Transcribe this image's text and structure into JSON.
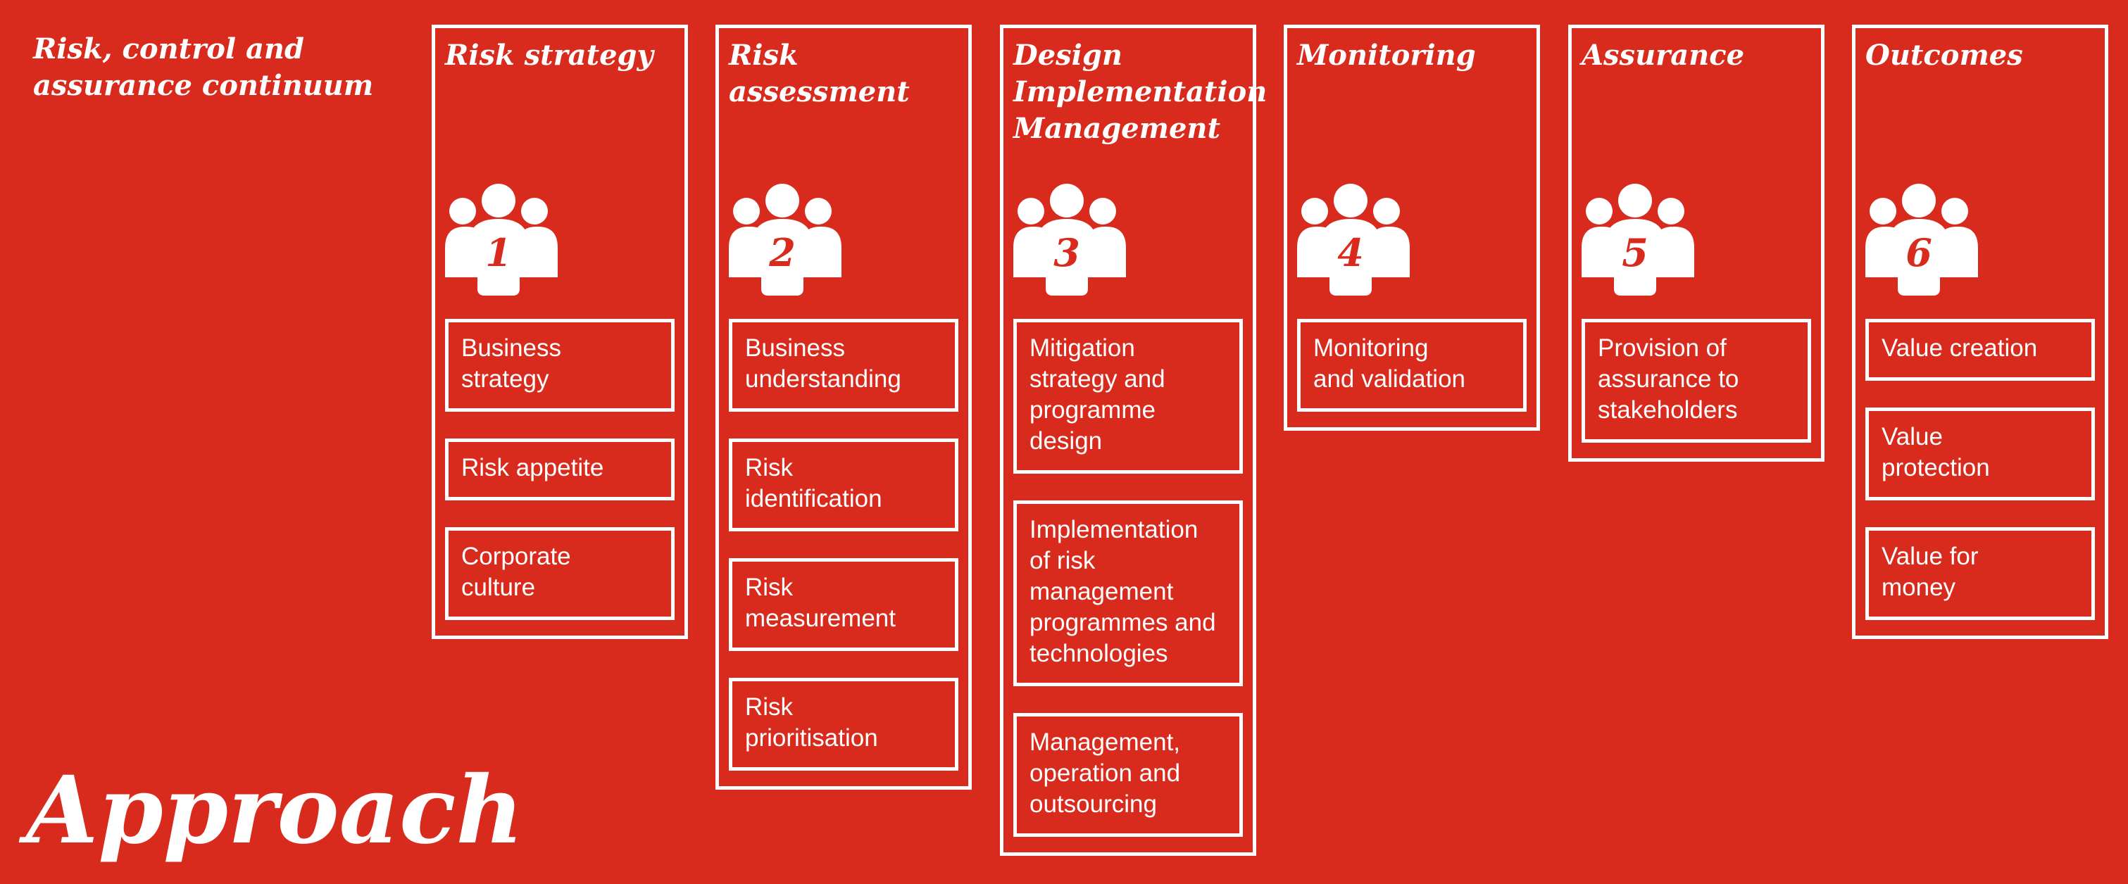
{
  "colors": {
    "background_red": "#d92b1d",
    "foreground_white": "#ffffff"
  },
  "page": {
    "title": "Risk, control and\nassurance continuum",
    "footer_title": "Approach"
  },
  "columns": [
    {
      "header": "Risk strategy",
      "number": "1",
      "icon": "people-group-icon",
      "items": [
        "Business\nstrategy",
        "Risk appetite",
        "Corporate\nculture"
      ]
    },
    {
      "header": "Risk\nassessment",
      "number": "2",
      "icon": "people-group-icon",
      "items": [
        "Business\nunderstanding",
        "Risk\nidentification",
        "Risk\nmeasurement",
        "Risk\nprioritisation"
      ]
    },
    {
      "header": "Design\nImplementation\nManagement",
      "number": "3",
      "icon": "people-group-icon",
      "items": [
        "Mitigation\nstrategy and\nprogramme\ndesign",
        "Implementation\nof risk\nmanagement\nprogrammes and\ntechnologies",
        "Management,\noperation and\noutsourcing"
      ]
    },
    {
      "header": "Monitoring",
      "number": "4",
      "icon": "people-group-icon",
      "items": [
        "Monitoring\nand validation"
      ]
    },
    {
      "header": "Assurance",
      "number": "5",
      "icon": "people-group-icon",
      "items": [
        "Provision of\nassurance to\nstakeholders"
      ]
    },
    {
      "header": "Outcomes",
      "number": "6",
      "icon": "people-group-icon",
      "items": [
        "Value creation",
        "Value\nprotection",
        "Value for\nmoney"
      ]
    }
  ]
}
